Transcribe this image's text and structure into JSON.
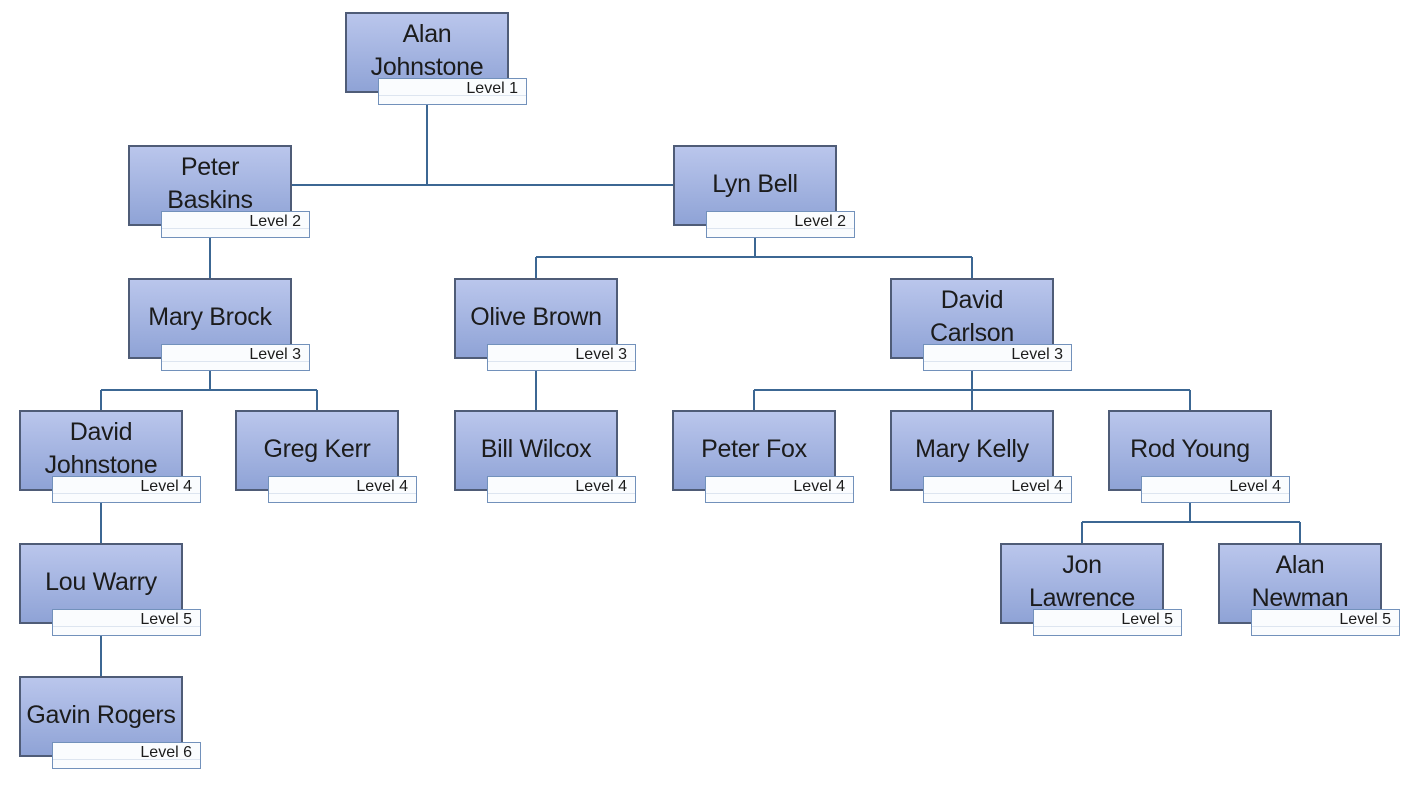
{
  "org_chart": {
    "type": "org-chart",
    "background": "#ffffff",
    "levels_shown": [
      "Level 1",
      "Level 2",
      "Level 3",
      "Level 4",
      "Level 5",
      "Level 6"
    ],
    "nodes": [
      {
        "name": "Alan Johnstone",
        "name_wrapped": "Alan\nJohnstone",
        "level": "Level 1",
        "reports_to": null
      },
      {
        "name": "Peter Baskins",
        "name_wrapped": "Peter\nBaskins",
        "level": "Level 2",
        "reports_to": "Alan Johnstone"
      },
      {
        "name": "Lyn Bell",
        "name_wrapped": "Lyn Bell",
        "level": "Level 2",
        "reports_to": "Alan Johnstone"
      },
      {
        "name": "Mary Brock",
        "name_wrapped": "Mary Brock",
        "level": "Level 3",
        "reports_to": "Peter Baskins"
      },
      {
        "name": "Olive Brown",
        "name_wrapped": "Olive Brown",
        "level": "Level 3",
        "reports_to": "Lyn Bell"
      },
      {
        "name": "David Carlson",
        "name_wrapped": "David\nCarlson",
        "level": "Level 3",
        "reports_to": "Lyn Bell"
      },
      {
        "name": "David Johnstone",
        "name_wrapped": "David\nJohnstone",
        "level": "Level 4",
        "reports_to": "Mary Brock"
      },
      {
        "name": "Greg Kerr",
        "name_wrapped": "Greg Kerr",
        "level": "Level 4",
        "reports_to": "Mary Brock"
      },
      {
        "name": "Bill Wilcox",
        "name_wrapped": "Bill Wilcox",
        "level": "Level 4",
        "reports_to": "Olive Brown"
      },
      {
        "name": "Peter Fox",
        "name_wrapped": "Peter Fox",
        "level": "Level 4",
        "reports_to": "David Carlson"
      },
      {
        "name": "Mary Kelly",
        "name_wrapped": "Mary Kelly",
        "level": "Level 4",
        "reports_to": "David Carlson"
      },
      {
        "name": "Rod Young",
        "name_wrapped": "Rod Young",
        "level": "Level 4",
        "reports_to": "David Carlson"
      },
      {
        "name": "Lou Warry",
        "name_wrapped": "Lou Warry",
        "level": "Level 5",
        "reports_to": "David Johnstone"
      },
      {
        "name": "Jon Lawrence",
        "name_wrapped": "Jon\nLawrence",
        "level": "Level 5",
        "reports_to": "Rod Young"
      },
      {
        "name": "Alan Newman",
        "name_wrapped": "Alan\nNewman",
        "level": "Level 5",
        "reports_to": "Rod Young"
      },
      {
        "name": "Gavin Rogers",
        "name_wrapped": "Gavin Rogers",
        "level": "Level 6",
        "reports_to": "Lou Warry"
      }
    ]
  },
  "colors": {
    "node_fill_top": "#bac6ec",
    "node_fill_bottom": "#8fa3d6",
    "node_border": "#4f5c77",
    "connector": "#3c6793",
    "label_bg": "#fafcfe",
    "label_border": "#7291bb",
    "label_divider": "#dde5f0",
    "text": "#1c1c1c"
  }
}
